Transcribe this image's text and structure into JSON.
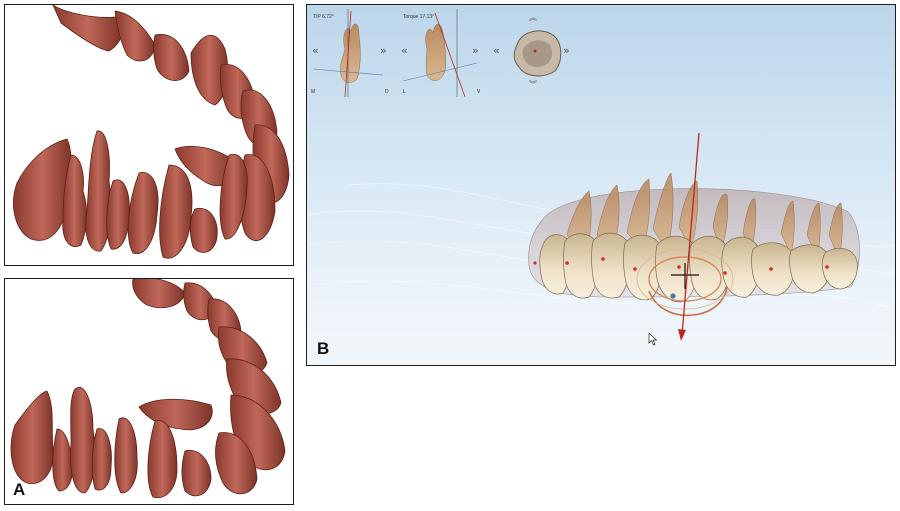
{
  "figure": {
    "panel_a_label": "A",
    "panel_b_label": "B"
  },
  "viewer": {
    "tip_label": "TIP 6.72°",
    "torque_label": "Torque 17.13°",
    "axis_labels": {
      "m": "M",
      "d": "D",
      "l": "L",
      "v": "V"
    },
    "nav_left": "«",
    "nav_right": "»",
    "nav_up": "︽",
    "nav_down": "︾"
  },
  "colors": {
    "tooth_red": "#b35c4c",
    "tooth_dark": "#7a3328",
    "crown_beige": "#e6d6bc",
    "axis_red": "#b8281f",
    "axis_blue": "#4a78a8"
  }
}
